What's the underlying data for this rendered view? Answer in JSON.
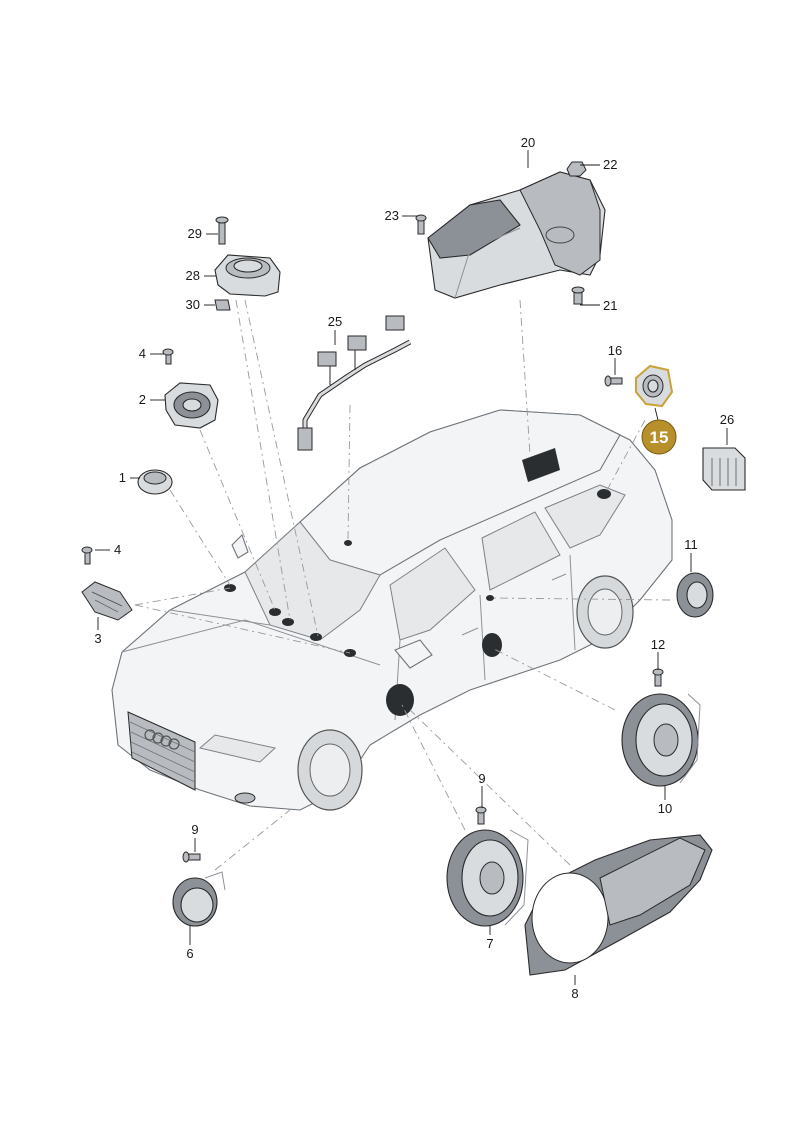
{
  "callouts": {
    "c1": "1",
    "c2": "2",
    "c3": "3",
    "c4a": "4",
    "c4b": "4",
    "c6": "6",
    "c7": "7",
    "c8": "8",
    "c9a": "9",
    "c9b": "9",
    "c10": "10",
    "c11": "11",
    "c12": "12",
    "c16": "16",
    "c20": "20",
    "c21": "21",
    "c22": "22",
    "c23": "23",
    "c25": "25",
    "c26": "26",
    "c28": "28",
    "c29": "29",
    "c30": "30"
  },
  "highlighted_part": {
    "label": "15",
    "color": "#b8902b"
  },
  "colors": {
    "part_fill": "#d9dcdf",
    "line": "#1a1a1a",
    "car_body": "#f3f4f5"
  }
}
